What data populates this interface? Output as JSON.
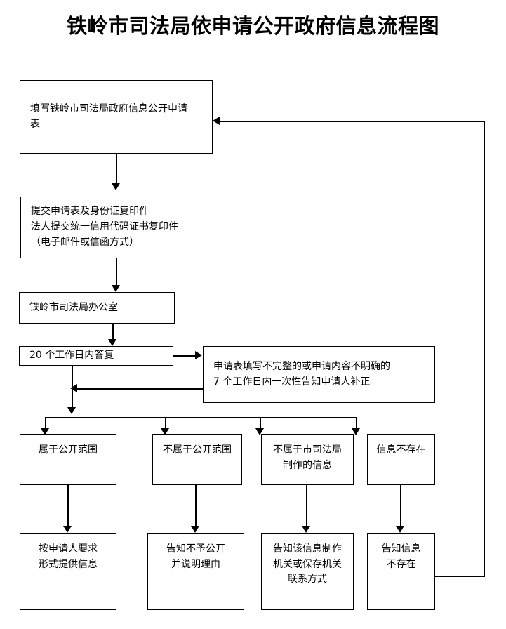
{
  "title": "铁岭市司法局依申请公开政府信息流程图",
  "nodes": {
    "apply_form": "填写铁岭市司法局政府信息公开申请\n表",
    "submit_docs": "提交申请表及身份证复印件\n法人提交统一信用代码证书复印件\n（电子邮件或信函方式）",
    "office": "铁岭市司法局办公室",
    "reply_20days": "20 个工作日内答复",
    "incomplete_notice": "申请表填写不完整的或申请内容不明确的\n7 个工作日内一次性告知申请人补正",
    "branch_1": "属于公开范围",
    "branch_2": "不属于公开范围",
    "branch_3": "不属于市司法局\n制作的信息",
    "branch_4": "信息不存在",
    "result_1": "按申请人要求\n形式提供信息",
    "result_2": "告知不予公开\n并说明理由",
    "result_3": "告知该信息制作\n机关或保存机关\n联系方式",
    "result_4": "告知信息\n不存在"
  },
  "colors": {
    "stroke": "#000000",
    "background": "#ffffff",
    "text": "#000000"
  }
}
